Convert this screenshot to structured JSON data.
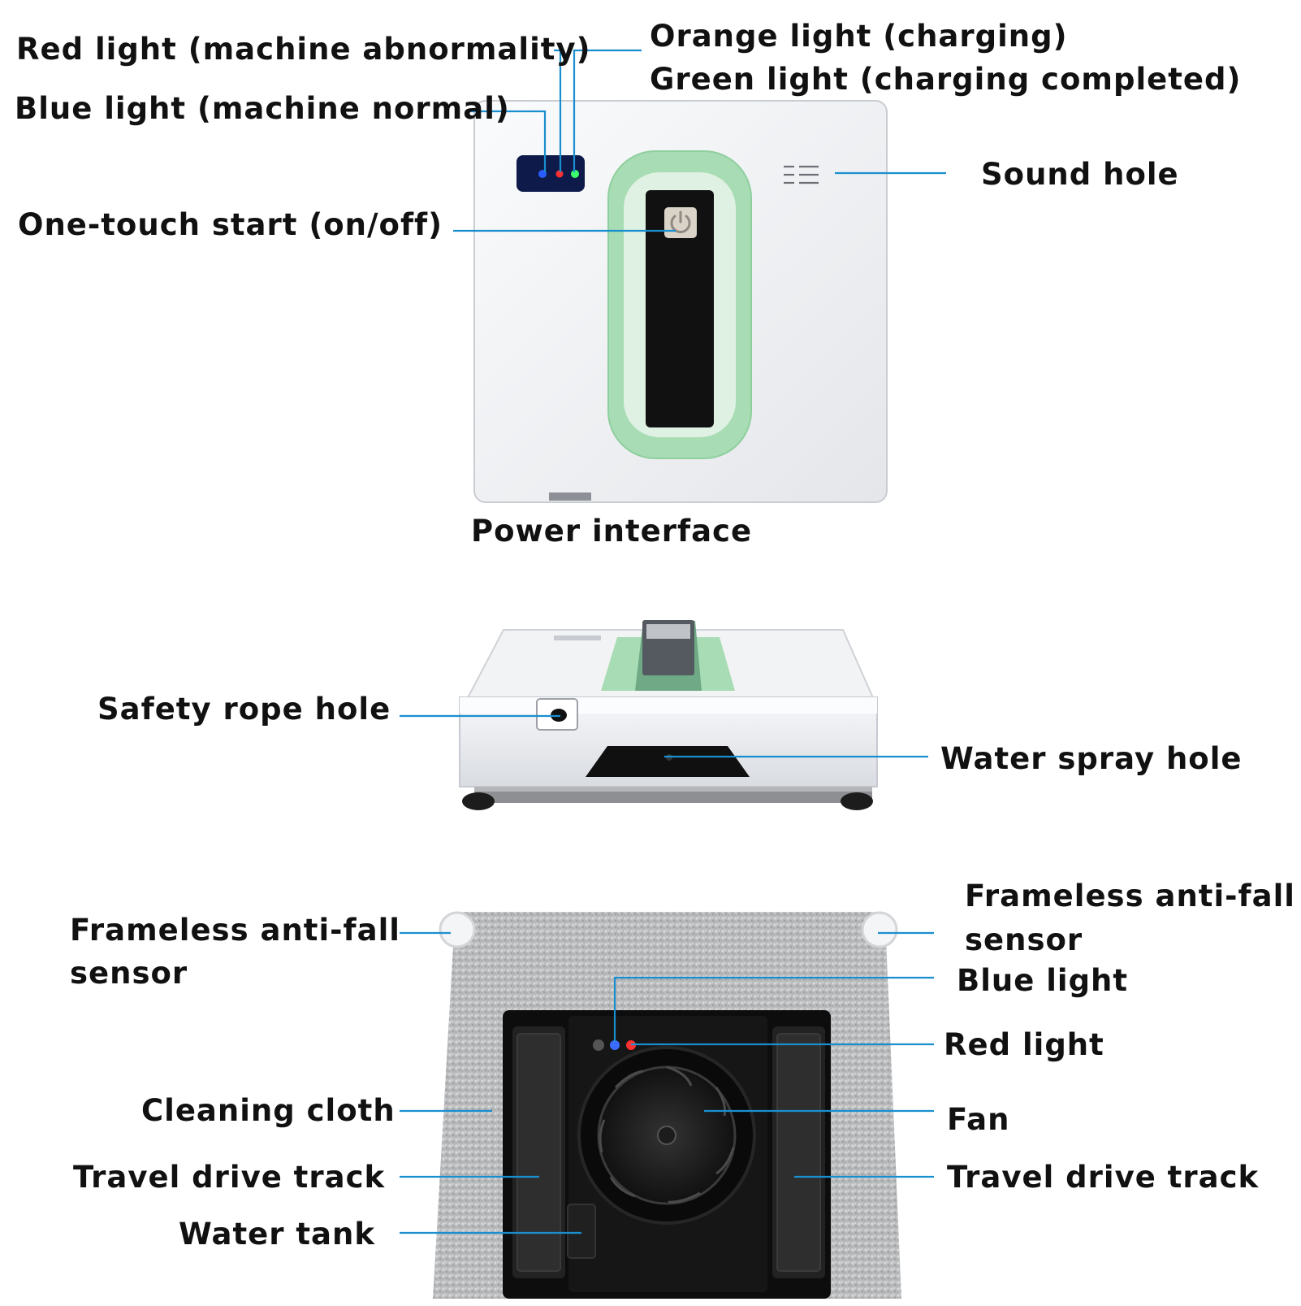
{
  "top_view": {
    "red_light": "Red light (machine abnormality)",
    "blue_light": "Blue light (machine normal)",
    "orange_light": "Orange light (charging)",
    "green_light": "Green light (charging completed)",
    "sound_hole": "Sound hole",
    "one_touch_start": "One-touch start (on/off)",
    "power_interface": "Power interface"
  },
  "side_view": {
    "safety_rope_hole": "Safety rope hole",
    "water_spray_hole": "Water spray hole"
  },
  "bottom_view": {
    "anti_fall_left_line1": "Frameless anti-fall",
    "anti_fall_left_line2": "sensor",
    "anti_fall_right_line1": "Frameless anti-fall",
    "anti_fall_right_line2": "sensor",
    "blue_light": "Blue light",
    "red_light": "Red light",
    "cleaning_cloth": "Cleaning cloth",
    "fan": "Fan",
    "travel_drive_track_left": "Travel drive track",
    "travel_drive_track_right": "Travel drive track",
    "water_tank": "Water tank"
  },
  "colors": {
    "leader_line": "#1a8fd0",
    "body_white": "#f3f4f6",
    "accent_green": "#a8dcb4",
    "panel_black": "#111111",
    "led_blue": "#2a5cff",
    "led_red": "#ff3030",
    "led_green": "#3dff6a"
  }
}
